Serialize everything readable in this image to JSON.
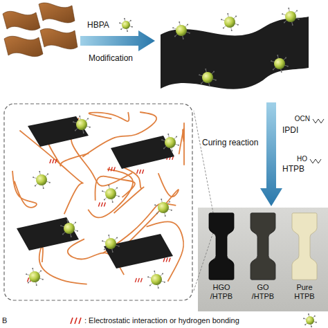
{
  "diagram": {
    "nodes": [
      {
        "text": [
          "HGO /HTPB"
        ]
      },
      {
        "text": [
          "GO /HTPB"
        ]
      },
      {
        "text": [
          "Pure HTPB"
        ]
      }
    ],
    "labels": [
      "HBPA",
      "Modification",
      "OCN",
      "IPDI",
      "Curing reaction",
      "HTPB",
      "HO",
      "B"
    ],
    "legend": [
      {
        "text": ": Electrostatic interaction or hydrogen bonding"
      }
    ]
  }
}
